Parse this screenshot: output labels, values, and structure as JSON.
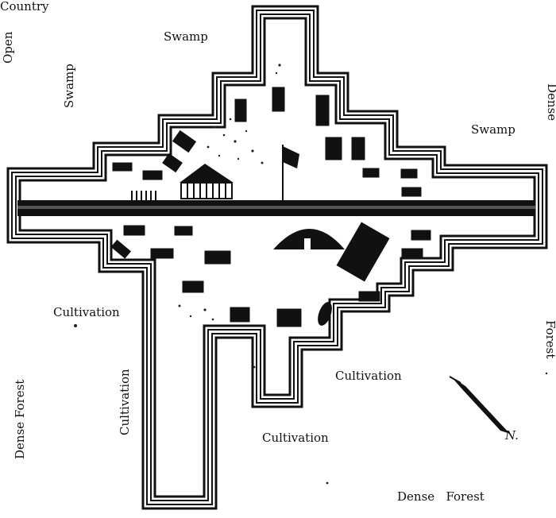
{
  "labels": {
    "country": "Country",
    "open": "Open",
    "swamp_top": "Swamp",
    "swamp_left": "Swamp",
    "swamp_right": "Swamp",
    "dense_right": "Dense",
    "forest_right": "Forest",
    "cultivation_left": "Cultivation",
    "cultivation_vertical": "Cultivation",
    "dense_forest_left": "Dense  Forest",
    "cultivation_middle": "Cultivation",
    "cultivation_bottom": "Cultivation",
    "dense_forest_bottom": "Dense   Forest",
    "north": "N."
  },
  "colors": {
    "ink": "#111111",
    "paper": "#ffffff"
  }
}
